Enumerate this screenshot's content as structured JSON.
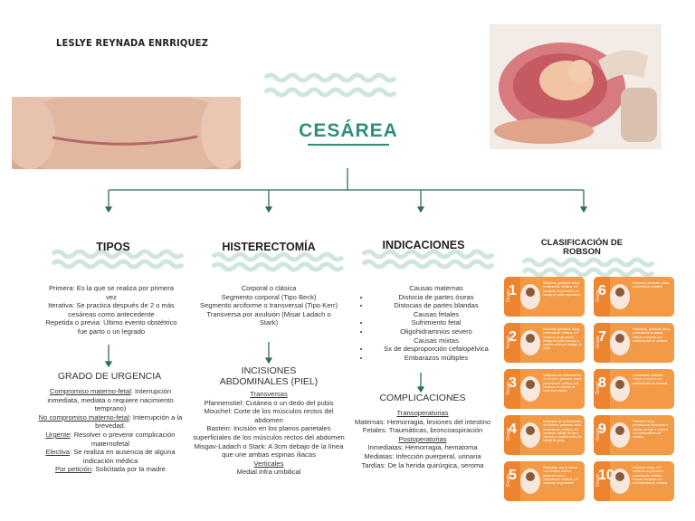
{
  "author": "LESLYE REYNADA ENRRIQUEZ",
  "title": "CESÁREA",
  "colors": {
    "teal": "#2f8f7a",
    "wave": "#cfe6df",
    "orange": "#f29a45",
    "line": "#2f6e57"
  },
  "branches": {
    "tipos": {
      "title": "TIPOS",
      "items": [
        "Primera: Es la que se realiza por primera vez",
        "Iterativa: Se practica después de 2 o más cesáreas como antecedente",
        "Repetida o previa: Último evento obstétrico fue parto o un legrado"
      ],
      "urgencia": {
        "title": "GRADO DE URGENCIA",
        "items": [
          {
            "label": "Compromiso materno-fetal",
            "text": ": Interrupción inmediata, mediata o requiere nacimiento temprano)"
          },
          {
            "label": "No compromiso materno-fetal",
            "text": ": Interrupción a la brevedad."
          },
          {
            "label": "Urgente",
            "text": ": Resolver o prevenir complicación maternofetal"
          },
          {
            "label": "Electiva",
            "text": ": Se realiza en ausencia de alguna indicación médica"
          },
          {
            "label": "Por petición",
            "text": ": Solicitada por la madre"
          }
        ]
      }
    },
    "histerectomia": {
      "title": "HISTERECTOMÍA",
      "items": [
        "Corporal o clásica",
        "Segmento corporal (Tipo Beck)",
        "Segmento arciforme o transversal (Tipo Kerr)",
        "Transversa por avulsión (Misar Ladach o Stark)"
      ],
      "incisiones": {
        "title": "INCISIONES ABDOMINALES (PIEL)",
        "transversas_label": "Transversas",
        "transversas": [
          "Pfannenstiel: Cutánea o un dedo del pubis",
          "Mouchel: Corte de los músculos rectos del abdomen",
          "Bastein: Incisión en los planos parietales superficiales de los músculos rectos del abdomen",
          "Misgav-Ladach o Stark: A 3cm debajo de la línea que une ambas espinas iliacas"
        ],
        "verticales_label": "Verticales",
        "verticales": [
          "Medial infra umbilical"
        ]
      }
    },
    "indicaciones": {
      "title": "INDICACIONES",
      "items": [
        {
          "t": "Causas maternas",
          "b": false
        },
        {
          "t": "Distocia de partes óseas",
          "b": true
        },
        {
          "t": "Distocias de partes blandas",
          "b": true
        },
        {
          "t": "Causas fetales",
          "b": false
        },
        {
          "t": "Sufrimiento fetal",
          "b": true
        },
        {
          "t": "Oligohidramnios severo",
          "b": true
        },
        {
          "t": "Causas mixtas",
          "b": false
        },
        {
          "t": "Sx de desproporción cefalopélvica",
          "b": true
        },
        {
          "t": "Embarazos múltiples",
          "b": true
        }
      ],
      "complicaciones": {
        "title": "COMPLICACIONES",
        "trans_label": "Transoperatorias",
        "trans": [
          "Maternas: Hemorragia, lesiones del intestino",
          "Fetales: Traumáticas, broncoaspiración"
        ],
        "post_label": "Postoperatorias",
        "post": [
          "Inmediatas: Hemorragia, hematoma",
          "Mediatas: Infección puerperal, urinaria",
          "Tardías: De la herida quirúrgica, seroma"
        ]
      }
    },
    "robson": {
      "title": "CLASIFICACIÓN DE ROBSON",
      "group_label": "Grupo",
      "groups": [
        {
          "n": "1",
          "text": "Nulíparas, gestación única, presentación cefálica, ≥37 semanas de gestación, en trabajo de parto espontáneo"
        },
        {
          "n": "6",
          "text": "Nulíparas, gestación única, presentación podálica"
        },
        {
          "n": "2",
          "text": "Nulíparas, gestación única, presentación cefálica, ≥37 semanas de gestación, trabajo de parto inducido o cesárea antes del trabajo de parto"
        },
        {
          "n": "7",
          "text": "Multíparas, gestación única, presentación podálica, incluye a mujeres con antecedentes de cesárea"
        },
        {
          "n": "3",
          "text": "Multíparas sin antecedentes de cesárea, gestación única, presentación cefálica, ≥37 semanas, en trabajo de parto espontáneo"
        },
        {
          "n": "8",
          "text": "Gestaciones múltiples, incluye a mujeres con antecedentes de cesárea"
        },
        {
          "n": "4",
          "text": "Multíparas sin antecedentes de cesárea, gestación única, presentación cefálica, ≥37 semanas, trabajo de parto inducido o cesárea antes del trabajo de parto"
        },
        {
          "n": "9",
          "text": "Gestación única, presentación transversa u oblicua, incluye a mujeres con antecedentes de cesárea"
        },
        {
          "n": "5",
          "text": "Multíparas, con al menos una cesárea anterior, gestación única, presentación cefálica, ≥37 semanas de gestación"
        },
        {
          "n": "10",
          "text": "Gestación única, ≤37 semanas de gestación, presentación cefálica, incluye a mujeres con antecedentes de cesárea"
        }
      ]
    }
  }
}
